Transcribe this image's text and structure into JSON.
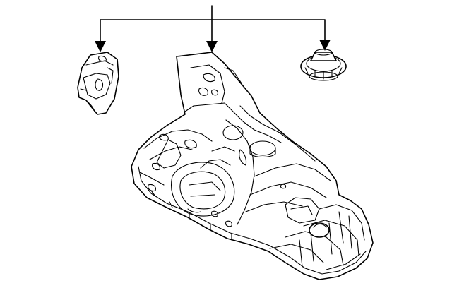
{
  "diagram": {
    "callouts": [
      {
        "target": "left-bracket"
      },
      {
        "target": "floor-pan-assembly"
      },
      {
        "target": "grommet-plug"
      }
    ],
    "text_labels": []
  }
}
